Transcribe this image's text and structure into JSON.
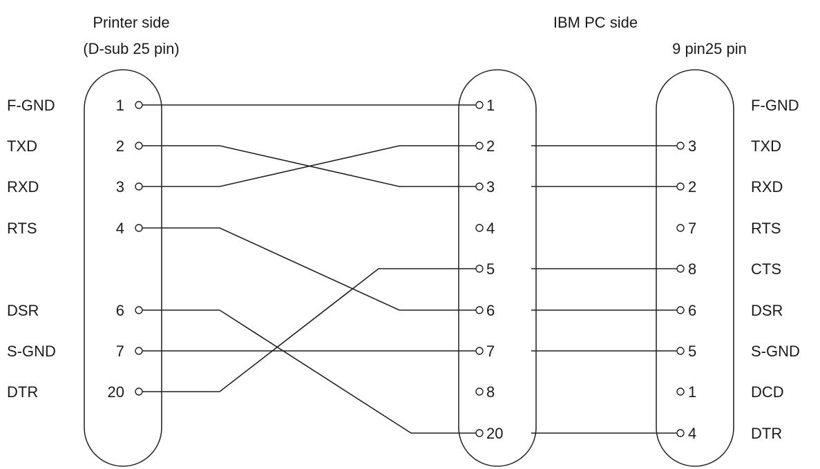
{
  "headers": {
    "printer_side_line1": "Printer side",
    "printer_side_line2": "(D-sub 25 pin)",
    "pc_side": "IBM PC side",
    "pc_pins": "9 pin25 pin"
  },
  "printer_connector": {
    "signals": [
      "F-GND",
      "TXD",
      "RXD",
      "RTS",
      "DSR",
      "S-GND",
      "DTR"
    ],
    "pins": [
      "1",
      "2",
      "3",
      "4",
      "6",
      "7",
      "20"
    ]
  },
  "pc_25pin_connector": {
    "pins": [
      "1",
      "2",
      "3",
      "4",
      "5",
      "6",
      "7",
      "8",
      "20"
    ]
  },
  "pc_9pin_connector": {
    "pins": [
      "3",
      "2",
      "7",
      "8",
      "6",
      "5",
      "1",
      "4"
    ],
    "signals": [
      "F-GND",
      "TXD",
      "RXD",
      "RTS",
      "CTS",
      "DSR",
      "S-GND",
      "DCD",
      "DTR"
    ]
  },
  "wiring": [
    {
      "from": "1",
      "to": "1"
    },
    {
      "from": "2",
      "to": "3"
    },
    {
      "from": "3",
      "to": "2"
    },
    {
      "from": "4",
      "to": "6"
    },
    {
      "from": "6",
      "to": "20"
    },
    {
      "from": "7",
      "to": "7"
    },
    {
      "from": "20",
      "to": "5"
    }
  ],
  "pc_internal_links": [
    {
      "from": "2",
      "to": "3"
    },
    {
      "from": "3",
      "to": "2"
    },
    {
      "from": "5",
      "to": "8"
    },
    {
      "from": "6",
      "to": "6"
    },
    {
      "from": "7",
      "to": "5"
    },
    {
      "from": "20",
      "to": "4"
    }
  ]
}
